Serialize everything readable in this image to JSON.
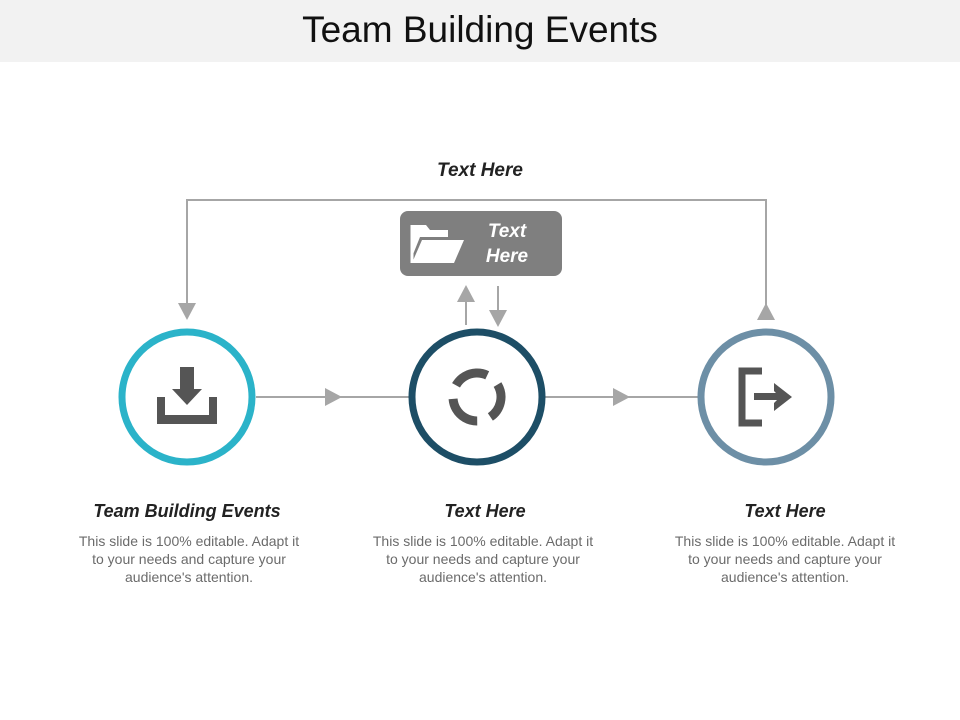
{
  "title": "Team Building Events",
  "top_label": "Text Here",
  "center_box": {
    "label": "Text Here",
    "icon": "folder-open-icon",
    "color": "#7f7f7f"
  },
  "connector_color": "#a6a6a6",
  "nodes": [
    {
      "icon": "download-icon",
      "ring_color": "#2bb3c9",
      "title": "Team Building Events",
      "description": "This slide is 100% editable. Adapt it to your needs and capture your audience's attention."
    },
    {
      "icon": "refresh-icon",
      "ring_color": "#1d4e66",
      "title": "Text Here",
      "description": "This slide is 100% editable. Adapt it to your needs and capture your audience's attention."
    },
    {
      "icon": "exit-icon",
      "ring_color": "#6d8fa6",
      "title": "Text Here",
      "description": "This slide is 100% editable. Adapt it to your needs and capture your audience's attention."
    }
  ]
}
